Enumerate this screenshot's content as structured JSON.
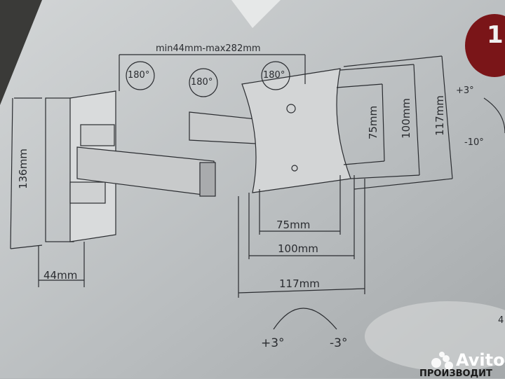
{
  "drawing": {
    "arm_range": "min44mm-max282mm",
    "rotation_labels": [
      "180°",
      "180°",
      "180°"
    ],
    "wall_plate_height": "136mm",
    "wall_plate_depth": "44mm",
    "vesa_vertical": [
      "75mm",
      "100mm",
      "117mm"
    ],
    "vesa_horizontal": [
      "75mm",
      "100mm",
      "117mm"
    ],
    "tilt_up": "+3°",
    "tilt_down": "-10°",
    "swivel_left": "+3°",
    "swivel_right": "-3°"
  },
  "box_print": {
    "partial_number": "4",
    "bottom_text": "ПРОИЗВОДИТ"
  },
  "watermark": {
    "text": "Avito"
  },
  "logo": {
    "text": "1"
  },
  "colors": {
    "box": "#b4b8ba",
    "ink": "#2a2c30",
    "logo_red": "#7a1518"
  }
}
